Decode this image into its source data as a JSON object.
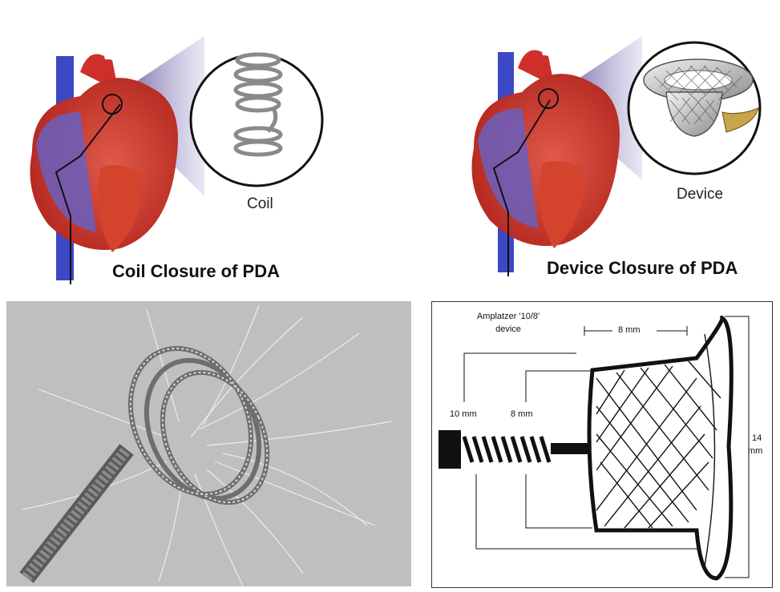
{
  "panels": {
    "coil_heart": {
      "callout_label": "Coil",
      "caption": "Coil Closure of PDA"
    },
    "device_heart": {
      "callout_label": "Device",
      "caption": "Device Closure of PDA"
    },
    "device_diagram": {
      "device_name": "Amplatzer '10/8'",
      "device_word": "device",
      "dim_top": "8 mm",
      "dim_left_outer": "10 mm",
      "dim_left_inner": "8 mm",
      "dim_right_value": "14",
      "dim_right_unit": "mm"
    }
  }
}
